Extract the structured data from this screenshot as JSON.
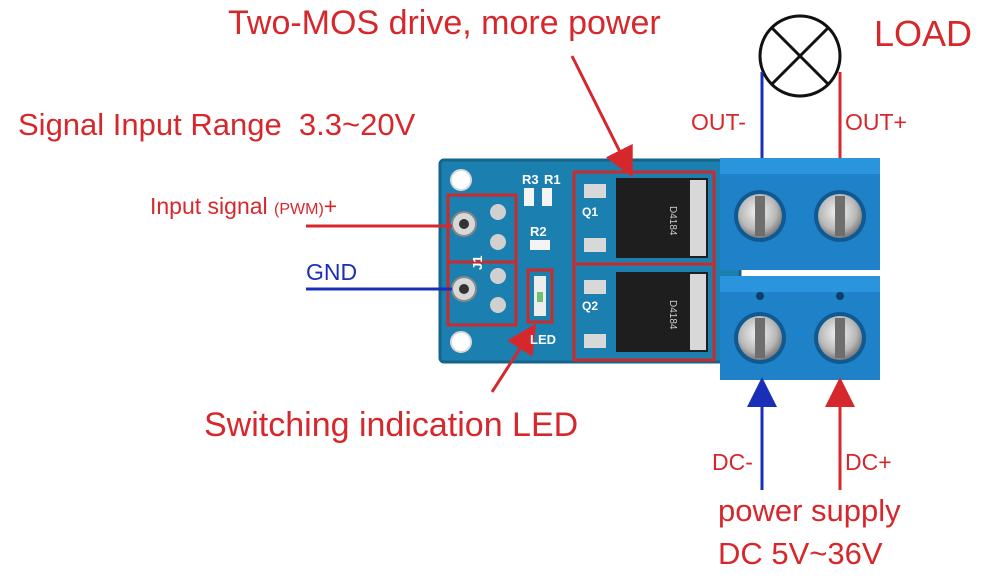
{
  "labels": {
    "title": "Two-MOS drive, more power",
    "load": "LOAD",
    "signal_range": "Signal Input Range  3.3~20V",
    "input_signal_main": "Input signal ",
    "input_signal_pwm": "(PWM)",
    "input_signal_plus": "+",
    "gnd": "GND",
    "out_minus": "OUT-",
    "out_plus": "OUT+",
    "led_caption": "Switching indication LED",
    "dc_minus": "DC-",
    "dc_plus": "DC+",
    "power_supply": "power supply",
    "dc_range": "DC 5V~36V"
  },
  "board_silkscreen": {
    "r3": "R3",
    "r1": "R1",
    "r2": "R2",
    "q1": "Q1",
    "q2": "Q2",
    "j1": "J1",
    "led": "LED",
    "chip_q1": "D4184",
    "chip_q2": "D4184"
  },
  "colors": {
    "annotation_red": "#d6282c",
    "wire_blue": "#1a2fb8",
    "pcb_blue": "#1b7fb0",
    "terminal_blue": "#1f82c8"
  }
}
